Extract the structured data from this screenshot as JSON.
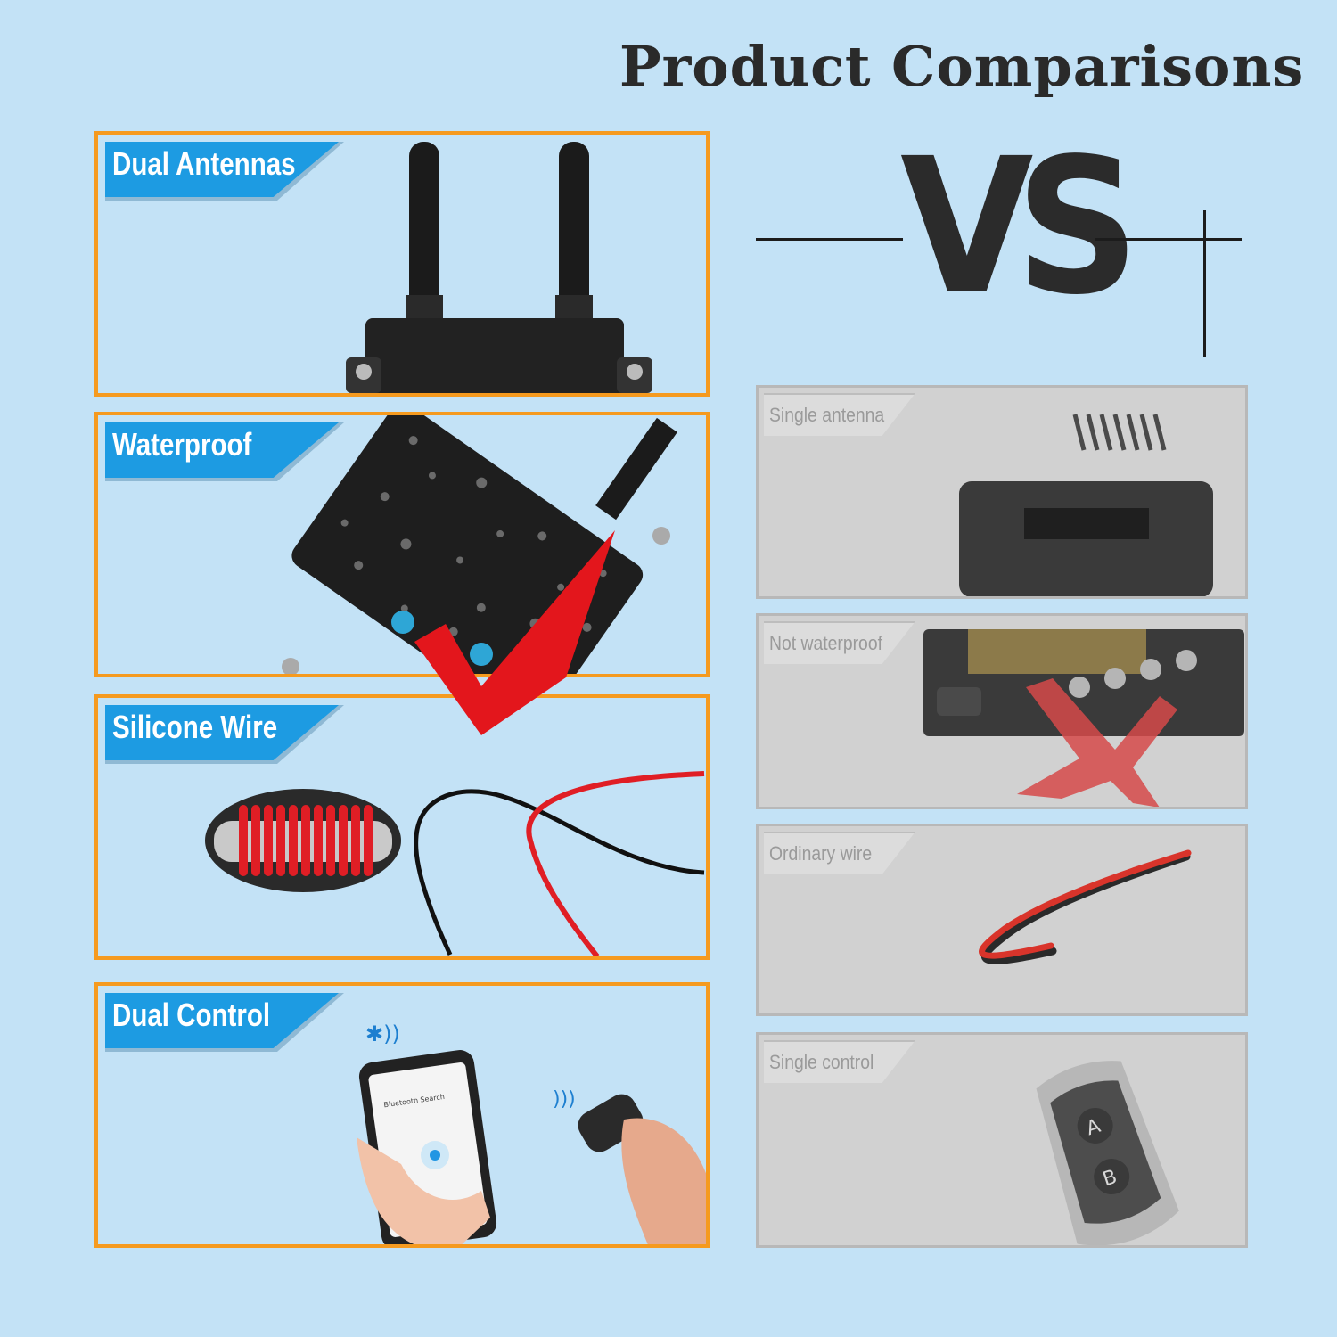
{
  "heading": "Product Comparisons",
  "vs_label": "VS",
  "colors": {
    "background": "#c3e2f6",
    "panel_border": "#f59a1f",
    "tag_blue": "#1d9be2",
    "grey_panel": "#d1d1d1",
    "check_red": "#e3161c"
  },
  "left_features": [
    {
      "label": "Dual Antennas",
      "icon": "dual-antenna-receiver-image"
    },
    {
      "label": "Waterproof",
      "icon": "waterproof-receiver-image"
    },
    {
      "label": "Silicone Wire",
      "icon": "silicone-wire-image"
    },
    {
      "label": "Dual Control",
      "icon": "phone-and-remote-image"
    }
  ],
  "right_features": [
    {
      "label": "Single antenna",
      "icon": "spring-antenna-receiver-image"
    },
    {
      "label": "Not waterproof",
      "icon": "terminal-block-image"
    },
    {
      "label": "Ordinary wire",
      "icon": "red-black-wire-image"
    },
    {
      "label": "Single control",
      "icon": "key-fob-remote-image"
    }
  ],
  "phone_screen": {
    "title": "Bluetooth Search"
  },
  "remote_buttons": [
    "A",
    "B"
  ]
}
